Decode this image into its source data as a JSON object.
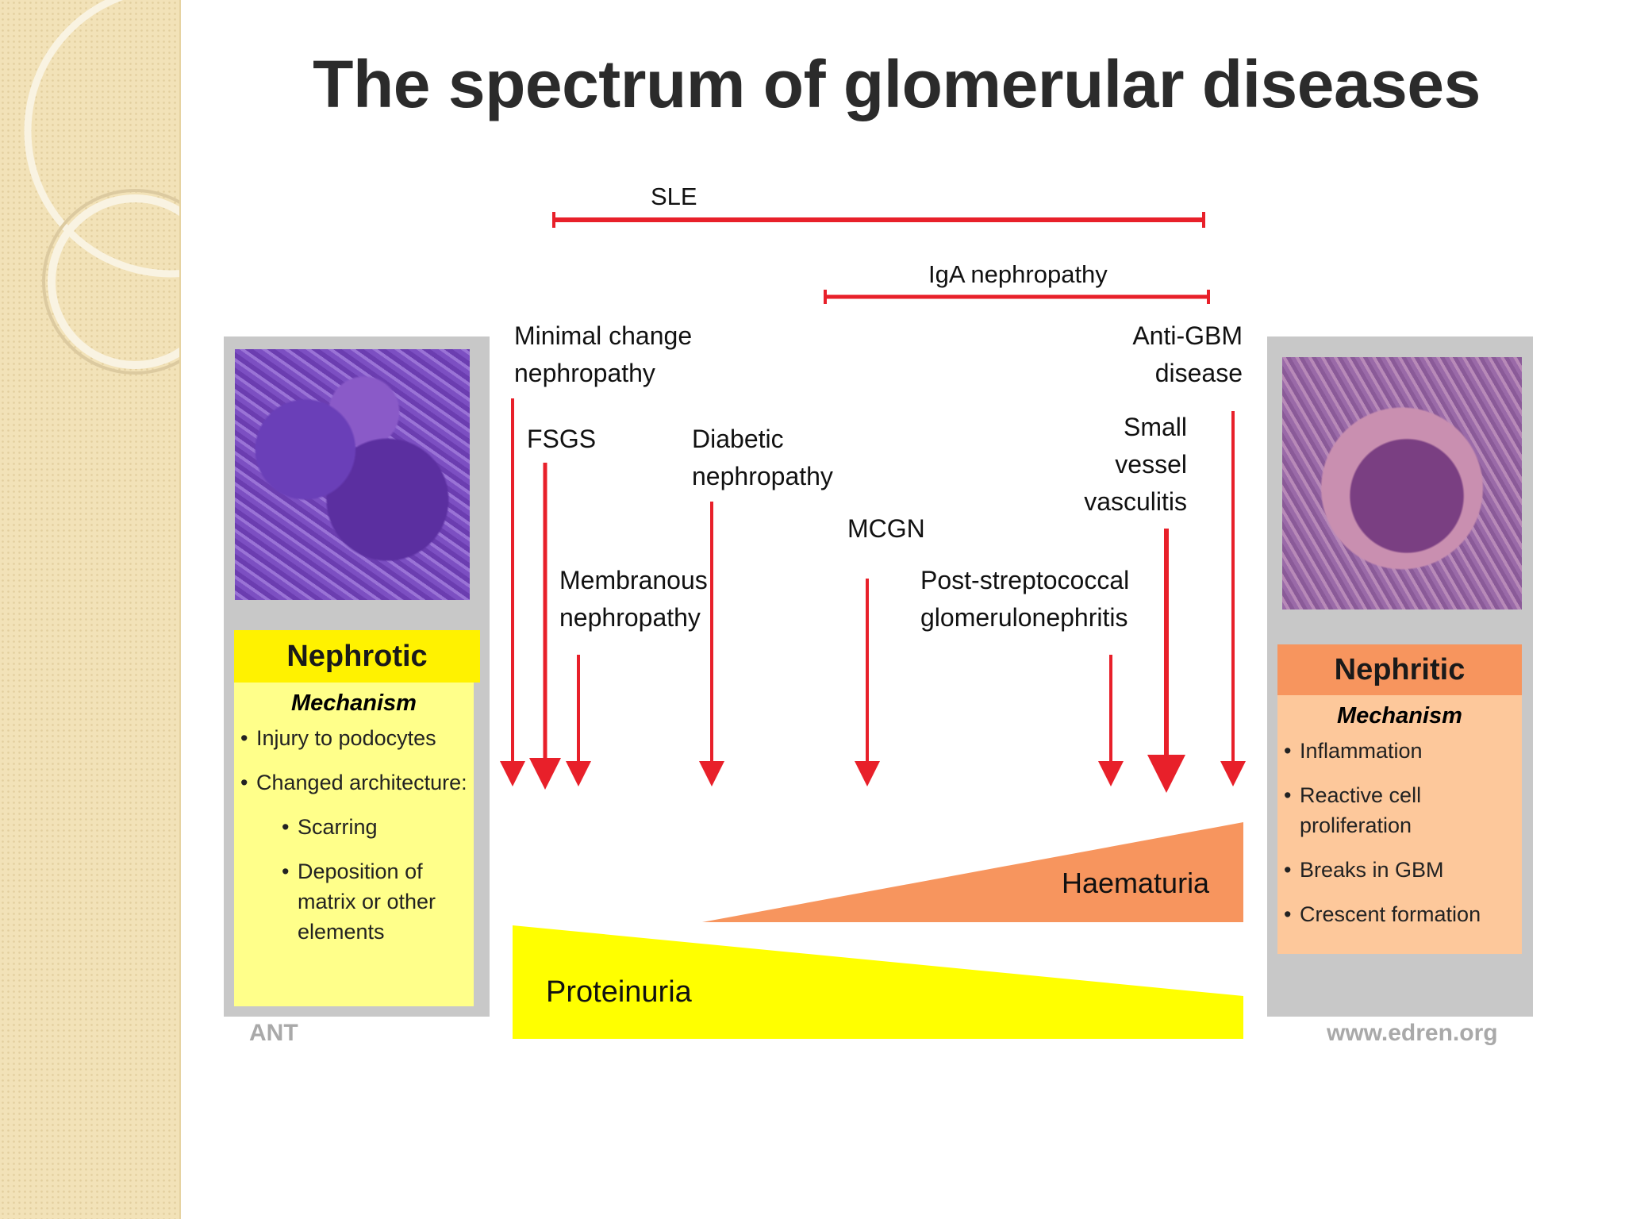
{
  "title": "The spectrum of glomerular diseases",
  "spans": {
    "sle": "SLE",
    "iga": "IgA nephropathy"
  },
  "diseases": {
    "minimal_change": "Minimal change\nnephropathy",
    "fsgs": "FSGS",
    "membranous": "Membranous\nnephropathy",
    "diabetic": "Diabetic\nnephropathy",
    "mcgn": "MCGN",
    "post_strep": "Post-streptococcal\nglomerulonephritis",
    "small_vessel": "Small\nvessel\nvasculitis",
    "anti_gbm": "Anti-GBM\ndisease"
  },
  "gradients": {
    "haematuria": "Haematuria",
    "proteinuria": "Proteinuria"
  },
  "nephrotic": {
    "heading": "Nephrotic",
    "mechanism_label": "Mechanism",
    "bullets": [
      "Injury to podocytes",
      "Changed architecture:",
      "Scarring",
      "Deposition of matrix or other elements"
    ]
  },
  "nephritic": {
    "heading": "Nephritic",
    "mechanism_label": "Mechanism",
    "bullets": [
      "Inflammation",
      "Reactive cell proliferation",
      "Breaks in GBM",
      "Crescent formation"
    ]
  },
  "credits": {
    "left": "ANT",
    "right": "www.edren.org"
  },
  "colors": {
    "arrow": "#e8202a",
    "nephrotic": "#fff200",
    "nephrotic_light": "#ffff8a",
    "nephritic": "#f7955e",
    "nephritic_light": "#fdc89b",
    "haematuria": "#f7955e",
    "proteinuria": "#ffff00"
  }
}
